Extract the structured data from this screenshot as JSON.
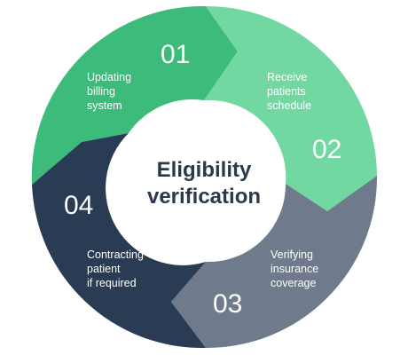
{
  "center": {
    "line1": "Eligibility",
    "line2": "verification"
  },
  "steps": [
    {
      "number": "01",
      "lines": [
        "Updating",
        "billing",
        "system"
      ],
      "color": "#3dbb7a"
    },
    {
      "number": "02",
      "lines": [
        "Receive",
        "patients",
        "schedule"
      ],
      "color": "#72d8a2"
    },
    {
      "number": "03",
      "lines": [
        "Verifying",
        "insurance",
        "coverage"
      ],
      "color": "#6f7b8c"
    },
    {
      "number": "04",
      "lines": [
        "Contracting",
        "patient",
        "if required"
      ],
      "color": "#293c54"
    }
  ],
  "colors": {
    "center_fill": "#ffffff",
    "center_text": "#2b3a4a"
  }
}
